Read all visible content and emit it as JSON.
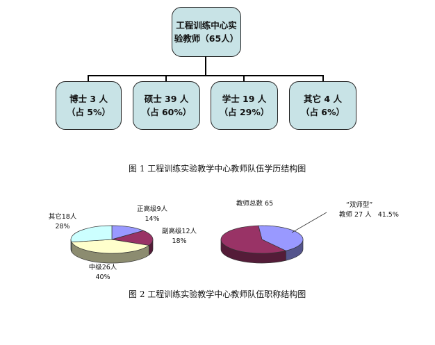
{
  "fig1": {
    "root": {
      "line1": "工程训练中心实",
      "line2": "验教师（65人）"
    },
    "children": [
      {
        "name": "博士 3 人",
        "pct": "（占 5%）"
      },
      {
        "name": "硕士 39 人",
        "pct": "（占 60%）"
      },
      {
        "name": "学士 19 人",
        "pct": "（占 29%）"
      },
      {
        "name": "其它 4 人",
        "pct": "（占 6%）"
      }
    ],
    "caption": "图 1  工程训练实验教学中心教师队伍学历结构图"
  },
  "chart_data": [
    {
      "type": "pie",
      "title": "",
      "slices": [
        {
          "label": "正高级9人",
          "value": 14,
          "color": "#9999ff"
        },
        {
          "label": "副高级12人",
          "value": 18,
          "color": "#993366"
        },
        {
          "label": "中级26人",
          "value": 40,
          "color": "#ffffcc"
        },
        {
          "label": "其它18人",
          "value": 28,
          "color": "#ccffff"
        }
      ],
      "labels": {
        "zhenggao": {
          "name": "正高级9人",
          "pct": "14%"
        },
        "fugao": {
          "name": "副高级12人",
          "pct": "18%"
        },
        "zhongji": {
          "name": "中级26人",
          "pct": "40%"
        },
        "qita": {
          "name": "其它18人",
          "pct": "28%"
        }
      }
    },
    {
      "type": "pie",
      "title": "教师总数 65",
      "slices": [
        {
          "label": "“双师型”教师 27 人",
          "value": 41.5,
          "color": "#9999ff"
        },
        {
          "label": "",
          "value": 58.5,
          "color": "#993366"
        }
      ],
      "annotation": {
        "line1": "“双师型”",
        "line2_a": "教师 27 人",
        "line2_b": "41.5%"
      }
    }
  ],
  "fig2": {
    "caption": "图 2  工程训练实验教学中心教师队伍职称结构图"
  },
  "colors": {
    "box_fill": "#c8e3e6",
    "pie_blue": "#9999ff",
    "pie_maroon": "#993366",
    "pie_yellow": "#ffffcc",
    "pie_cyan": "#ccffff"
  }
}
